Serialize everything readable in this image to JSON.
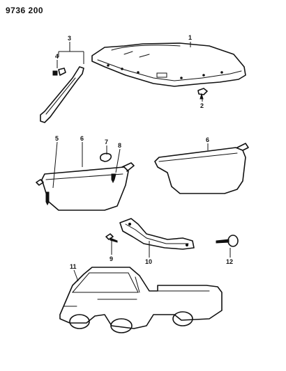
{
  "header": {
    "doc_number": "9736 200"
  },
  "callouts": {
    "c1": "1",
    "c2": "2",
    "c3": "3",
    "c4": "4",
    "c5": "5",
    "c6a": "6",
    "c6b": "6",
    "c7": "7",
    "c8": "8",
    "c9": "9",
    "c10": "10",
    "c11": "11",
    "c12": "12"
  }
}
